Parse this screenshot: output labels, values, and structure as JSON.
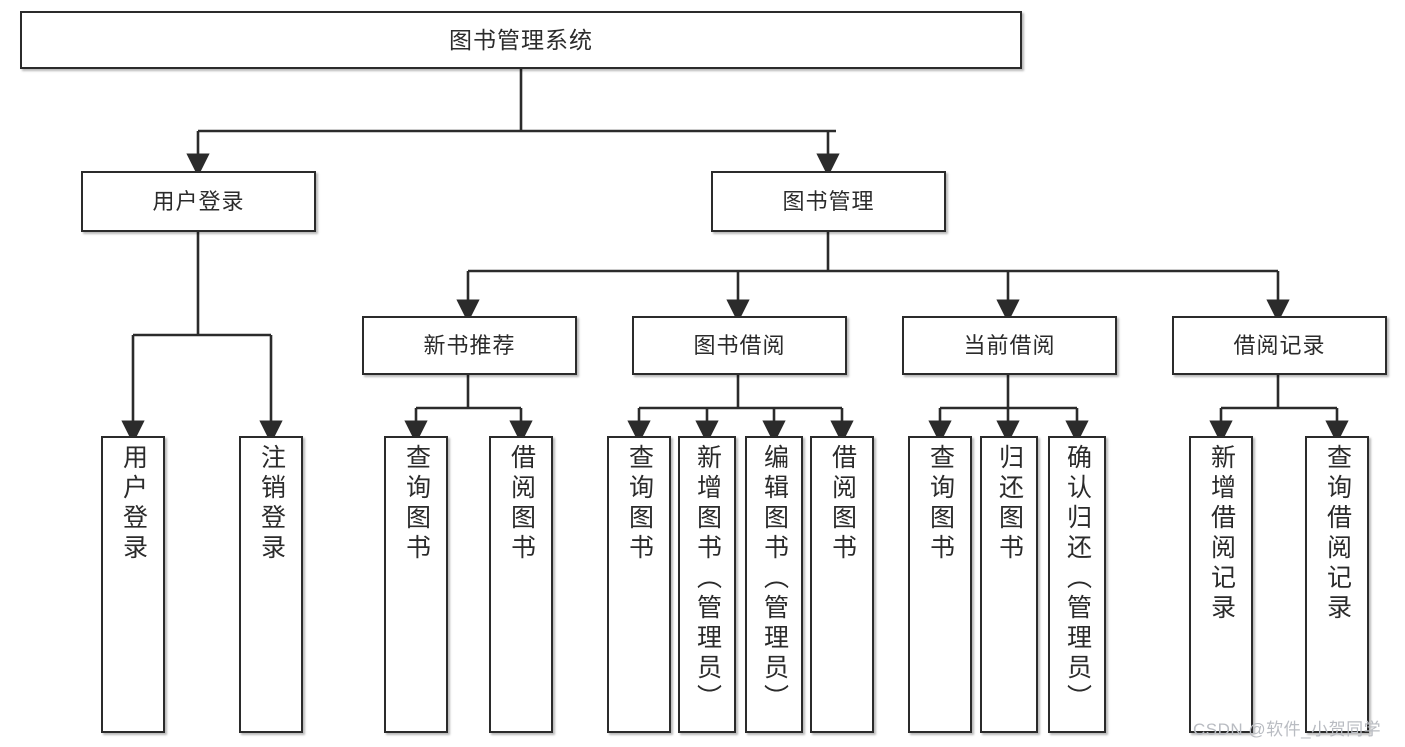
{
  "diagram": {
    "title": "图书管理系统",
    "type": "tree-hierarchy-diagram",
    "root": {
      "label": "图书管理系统"
    },
    "level1": [
      {
        "label": "用户登录"
      },
      {
        "label": "图书管理"
      }
    ],
    "level2": [
      {
        "label": "新书推荐"
      },
      {
        "label": "图书借阅"
      },
      {
        "label": "当前借阅"
      },
      {
        "label": "借阅记录"
      }
    ],
    "leaves": {
      "user_login": [
        {
          "label": "用户登录"
        },
        {
          "label": "注销登录"
        }
      ],
      "new_book_recommend": [
        {
          "label": "查询图书"
        },
        {
          "label": "借阅图书"
        }
      ],
      "book_borrow": [
        {
          "label": "查询图书"
        },
        {
          "label": "新增图书（管理员）"
        },
        {
          "label": "编辑图书（管理员）"
        },
        {
          "label": "借阅图书"
        }
      ],
      "current_borrow": [
        {
          "label": "查询图书"
        },
        {
          "label": "归还图书"
        },
        {
          "label": "确认归还（管理员）"
        }
      ],
      "borrow_record": [
        {
          "label": "新增借阅记录"
        },
        {
          "label": "查询借阅记录"
        }
      ]
    }
  },
  "watermark": {
    "text": "CSDN @软件_小贺同学"
  },
  "colors": {
    "box_border": "#2b2b2b",
    "box_fill": "#ffffff",
    "text": "#2b2b2b",
    "connector": "#2b2b2b",
    "watermark": "#b9bcc2",
    "background": "#ffffff"
  }
}
